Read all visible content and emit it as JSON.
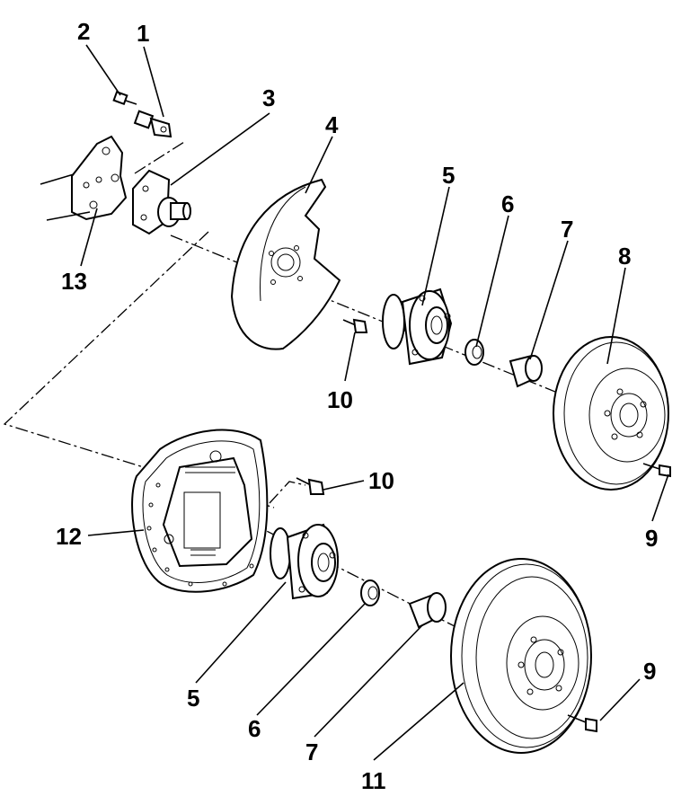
{
  "callouts": {
    "c1": "1",
    "c2": "2",
    "c3": "3",
    "c4": "4",
    "c5a": "5",
    "c6a": "6",
    "c7a": "7",
    "c8": "8",
    "c10a": "10",
    "c9a": "9",
    "c13": "13",
    "c10b": "10",
    "c12": "12",
    "c9b": "9",
    "c5b": "5",
    "c6b": "6",
    "c7b": "7",
    "c11": "11"
  }
}
